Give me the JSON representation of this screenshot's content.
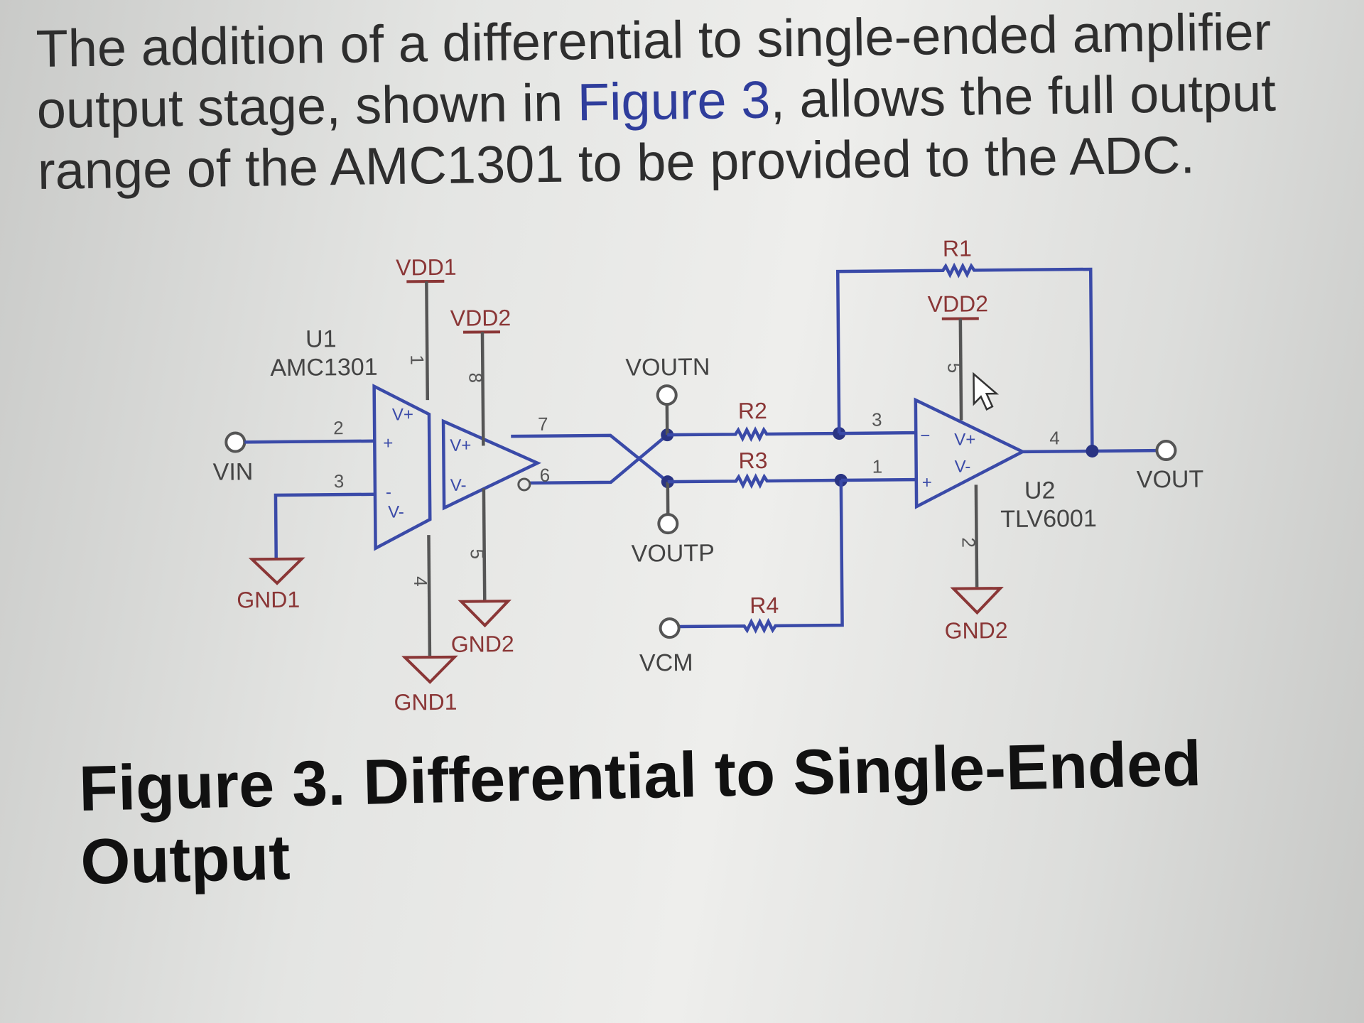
{
  "paragraph": {
    "before": "The addition of a differential to single-ended amplifier output stage, shown in ",
    "link": "Figure 3",
    "after": ", allows the full output range of the AMC1301 to be provided to the ADC."
  },
  "figure": {
    "caption": "Figure 3. Differential to Single-Ended Output",
    "u1": {
      "ref": "U1",
      "part": "AMC1301"
    },
    "u2": {
      "ref": "U2",
      "part": "TLV6001"
    },
    "nets": {
      "vdd1": "VDD1",
      "vdd2_u1": "VDD2",
      "vdd2_u2": "VDD2",
      "gnd1_in": "GND1",
      "gnd1_u1": "GND1",
      "gnd2_u1": "GND2",
      "gnd2_u2": "GND2"
    },
    "ports": {
      "vin": "VIN",
      "voutn": "VOUTN",
      "voutp": "VOUTP",
      "vcm": "VCM",
      "vout": "VOUT"
    },
    "resistors": {
      "r1": "R1",
      "r2": "R2",
      "r3": "R3",
      "r4": "R4"
    },
    "pins": {
      "u1_in_p": "2",
      "u1_in_n": "3",
      "u1_vdd1": "1",
      "u1_gnd1": "4",
      "u1_vdd2": "8",
      "u1_gnd2": "5",
      "u1_out_n": "7",
      "u1_out_p": "6",
      "u2_in_n": "3",
      "u2_in_p": "1",
      "u2_out": "4",
      "u2_vdd": "5",
      "u2_gnd": "2"
    },
    "symbols": {
      "u1a_vp": "V+",
      "u1a_vn": "V-",
      "u1a_plus": "+",
      "u1a_minus": "-",
      "u1b_vp": "V+",
      "u1b_vn": "V-",
      "u2_vp": "V+",
      "u2_vn": "V-",
      "u2_minus": "−",
      "u2_plus": "+"
    }
  }
}
